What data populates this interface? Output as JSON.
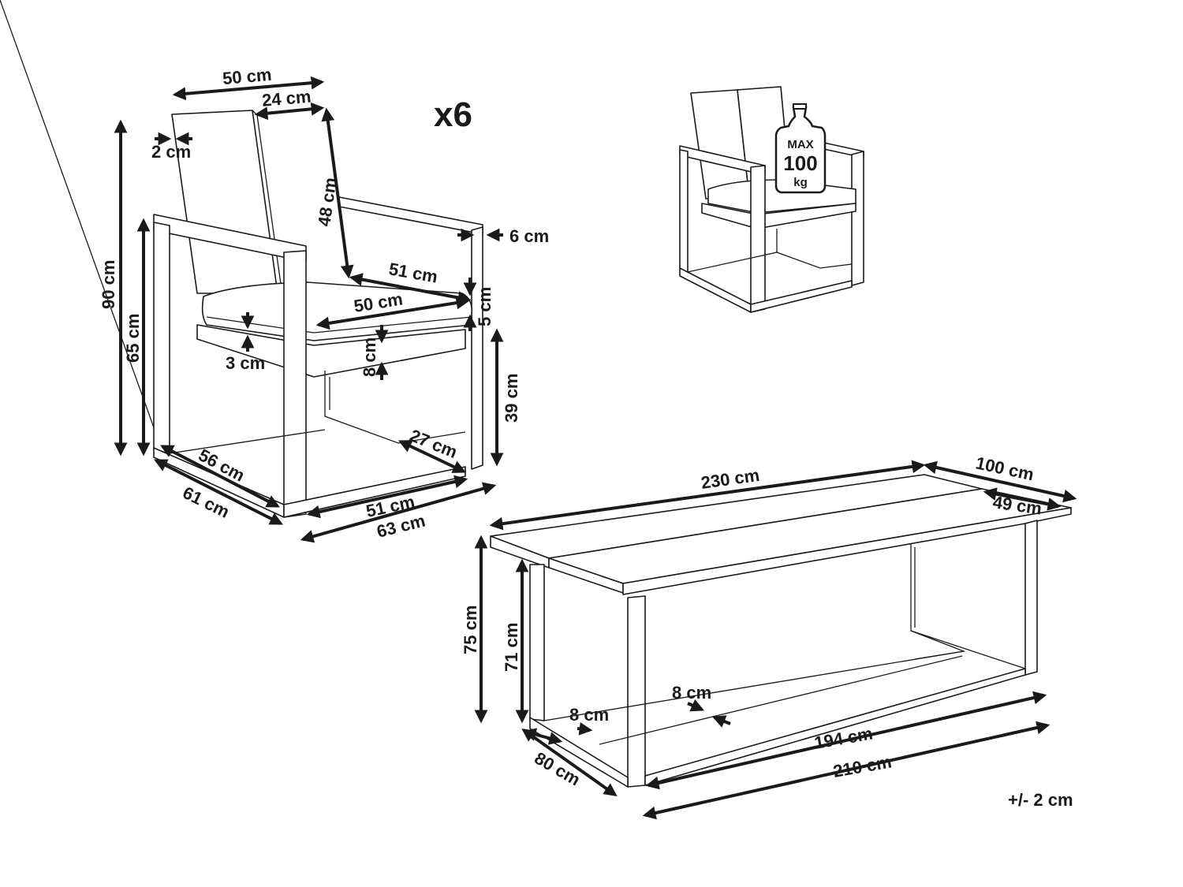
{
  "quantity_label": "x6",
  "tolerance": "+/- 2 cm",
  "max_load": {
    "line1": "MAX",
    "line2": "100",
    "line3": "kg"
  },
  "chair": {
    "width_top": "50 cm",
    "backrest_panel": "24 cm",
    "frame_thickness": "2 cm",
    "backrest_height": "48 cm",
    "total_height": "90 cm",
    "armrest_height": "65 cm",
    "armrest_width": "6 cm",
    "seat_depth": "51 cm",
    "seat_width": "50 cm",
    "cushion_thickness": "5 cm",
    "seat_gap": "3 cm",
    "seat_frame": "8 cm",
    "seat_height": "39 cm",
    "inner_width": "27 cm",
    "inner_depth": "56 cm",
    "depth": "61 cm",
    "base_width": "51 cm",
    "width": "63 cm"
  },
  "table": {
    "length": "230 cm",
    "width": "100 cm",
    "half_top_width": "49 cm",
    "height": "75 cm",
    "leg_height": "71 cm",
    "leg_thickness_a": "8 cm",
    "leg_thickness_b": "8 cm",
    "inner_length": "194 cm",
    "frame_length": "210 cm",
    "frame_depth": "80 cm"
  }
}
